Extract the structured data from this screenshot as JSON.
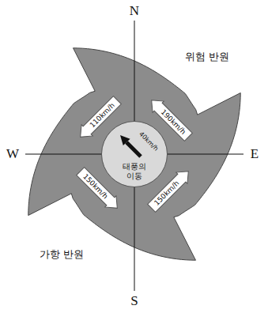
{
  "diagram": {
    "nodes": [
      {
        "text": [
          "태풍의 이동",
          "40km/h"
        ]
      },
      {
        "text": [
          "110km/h"
        ]
      },
      {
        "text": [
          "190km/h"
        ]
      },
      {
        "text": [
          "150km/h"
        ]
      },
      {
        "text": [
          "150km/h"
        ]
      }
    ],
    "labels": [
      "N",
      "W",
      "E",
      "S",
      "위험 반원",
      "가항 반원"
    ]
  }
}
